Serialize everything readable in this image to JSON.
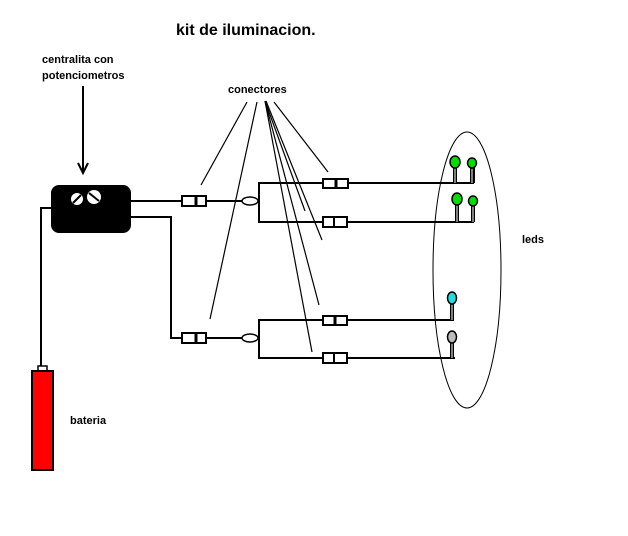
{
  "title": "kit de iluminacion.",
  "labels": {
    "controller": [
      "centralita con",
      "potenciometros"
    ],
    "connectors": "conectores",
    "leds": "leds",
    "battery": "bateria"
  },
  "colors": {
    "battery": "#ff0000",
    "controller": "#000000",
    "led_green": "#00dd00",
    "led_cyan": "#22dddd",
    "led_gray": "#bbbbbb"
  },
  "leds": [
    {
      "group": 1,
      "color": "green"
    },
    {
      "group": 1,
      "color": "green"
    },
    {
      "group": 2,
      "color": "green"
    },
    {
      "group": 2,
      "color": "green"
    },
    {
      "group": 3,
      "color": "cyan"
    },
    {
      "group": 4,
      "color": "gray"
    }
  ]
}
